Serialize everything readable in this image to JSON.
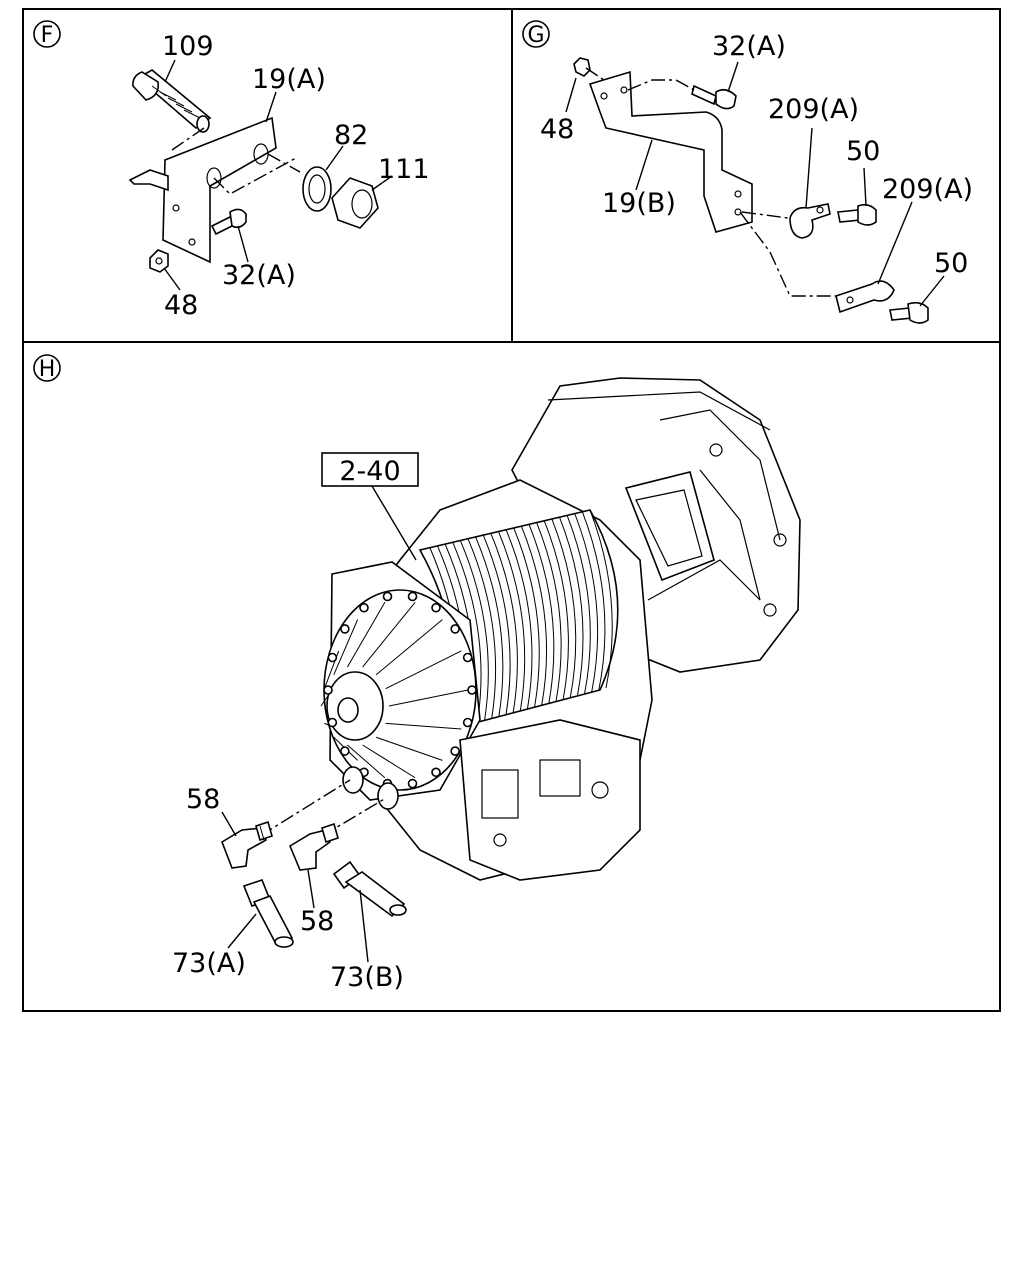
{
  "panels": {
    "F": {
      "marker": "F",
      "labels": {
        "p109": "109",
        "p19a": "19(A)",
        "p82": "82",
        "p111": "111",
        "p32a": "32(A)",
        "p48": "48"
      }
    },
    "G": {
      "marker": "G",
      "labels": {
        "p32a": "32(A)",
        "p48": "48",
        "p209a_1": "209(A)",
        "p50_1": "50",
        "p19b": "19(B)",
        "p209a_2": "209(A)",
        "p50_2": "50"
      }
    },
    "H": {
      "marker": "H",
      "labels": {
        "p2_40": "2-40",
        "p58_1": "58",
        "p58_2": "58",
        "p73a": "73(A)",
        "p73b": "73(B)"
      }
    }
  },
  "colors": {
    "line": "#000000",
    "background": "#ffffff"
  }
}
